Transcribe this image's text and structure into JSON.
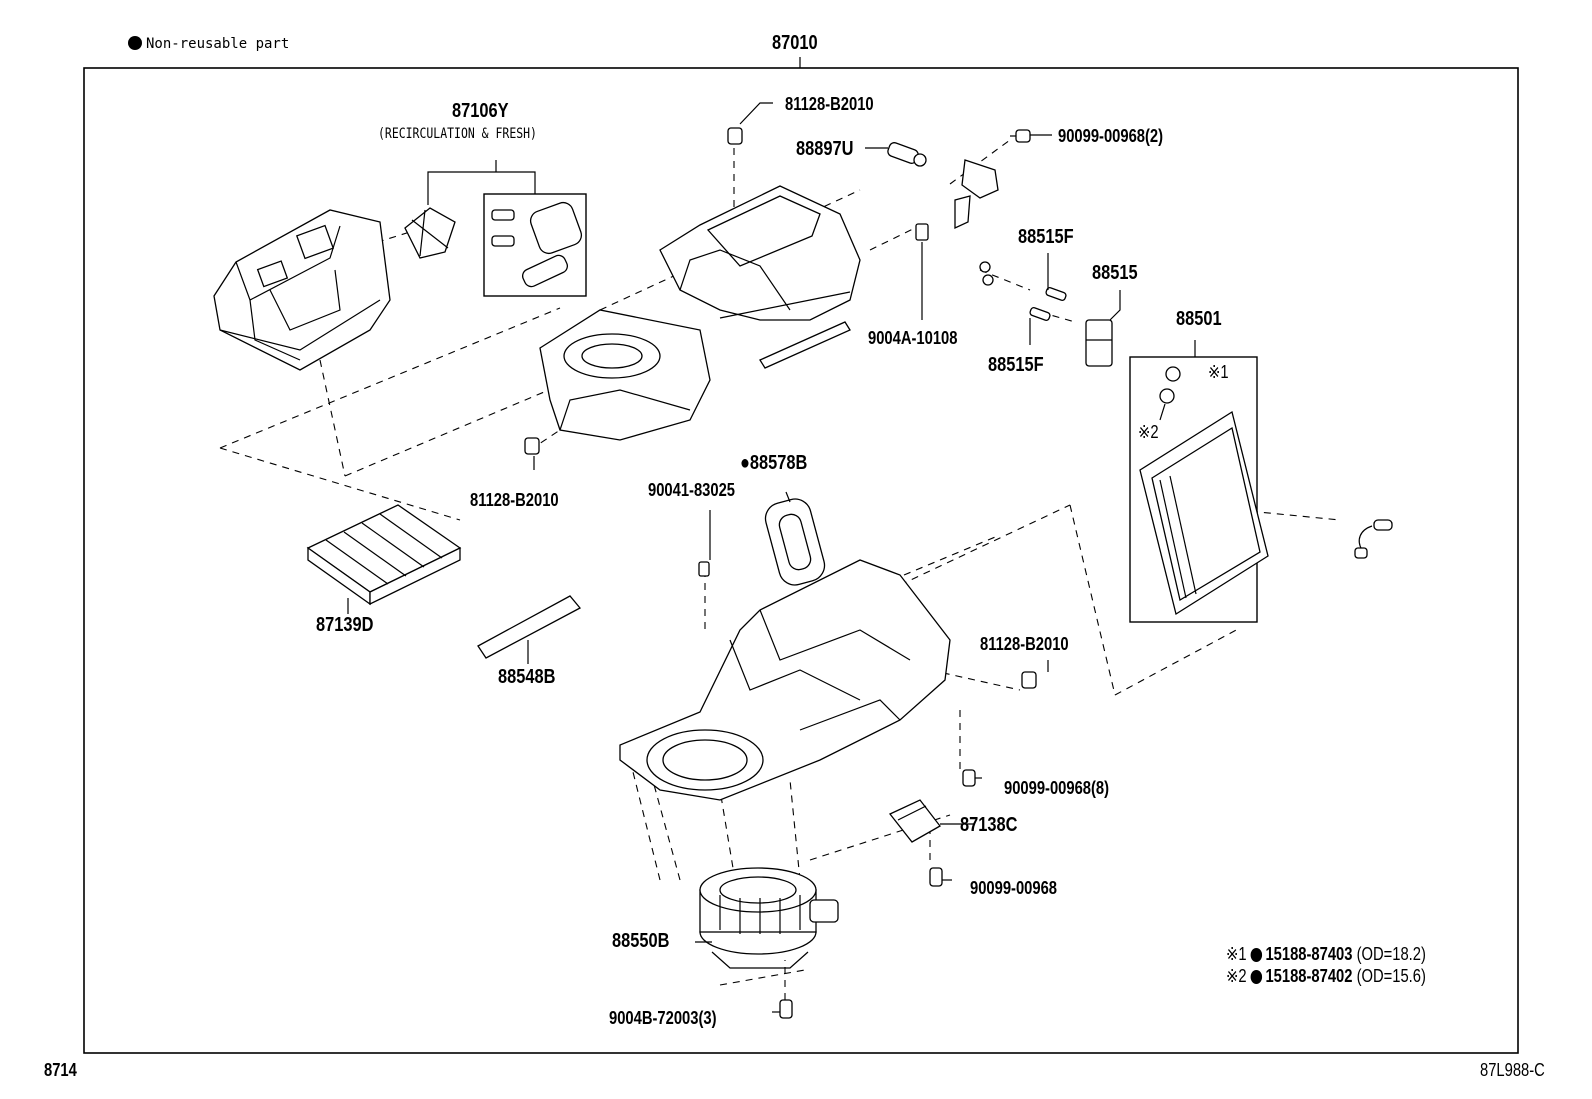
{
  "legend": {
    "symbol": "●",
    "text": "Non-reusable part"
  },
  "assembly_label": "87010",
  "parts": {
    "p87106y": "87106Y",
    "p87106y_note": "(RECIRCULATION & FRESH)",
    "p81128_top": "81128-B2010",
    "p88897u": "88897U",
    "p90099_2": "90099-00968(2)",
    "p88515f_a": "88515F",
    "p88515": "88515",
    "p9004a": "9004A-10108",
    "p88515f_b": "88515F",
    "p88501": "88501",
    "p81128_mid": "81128-B2010",
    "p88578b": "●88578B",
    "p90041": "90041-83025",
    "p87139d": "87139D",
    "p88548b": "88548B",
    "p81128_right": "81128-B2010",
    "p90099_8": "90099-00968(8)",
    "p87138c": "87138C",
    "p90099": "90099-00968",
    "p88550b": "88550B",
    "p9004b": "9004B-72003(3)"
  },
  "callouts": {
    "c1": "※1",
    "c2": "※2"
  },
  "notes": [
    {
      "mark": "※1",
      "part": "15188-87403",
      "spec": "(OD=18.2)"
    },
    {
      "mark": "※2",
      "part": "15188-87402",
      "spec": "(OD=15.6)"
    }
  ],
  "footer": {
    "left": "8714",
    "right": "87L988-C"
  }
}
